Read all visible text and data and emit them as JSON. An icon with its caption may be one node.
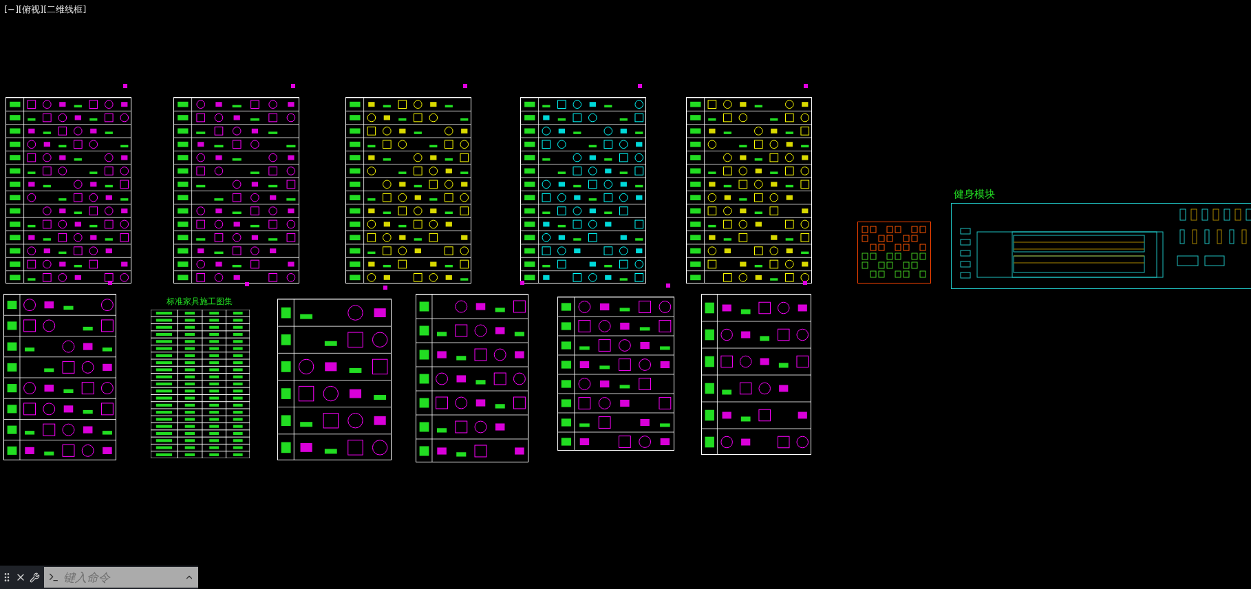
{
  "diagram": {
    "nodes": [
      {
        "text": [],
        "shape": "picture"
      },
      {
        "text": [],
        "shape": "picture"
      },
      {
        "text": [],
        "shape": "picture"
      },
      {
        "text": [],
        "shape": "picture"
      },
      {
        "text": [],
        "shape": "picture"
      },
      {
        "text": [],
        "shape": "picture"
      },
      {
        "text": [
          "标准家具施工图集"
        ]
      },
      {
        "text": [],
        "shape": "picture"
      },
      {
        "text": [],
        "shape": "picture"
      },
      {
        "text": [],
        "shape": "picture"
      },
      {
        "text": [],
        "shape": "picture"
      },
      {
        "text": [],
        "shape": "picture"
      },
      {
        "text": [
          "健身模块"
        ]
      }
    ],
    "labels": [
      "[−][俯视][二维线框]",
      "键入命令"
    ]
  }
}
